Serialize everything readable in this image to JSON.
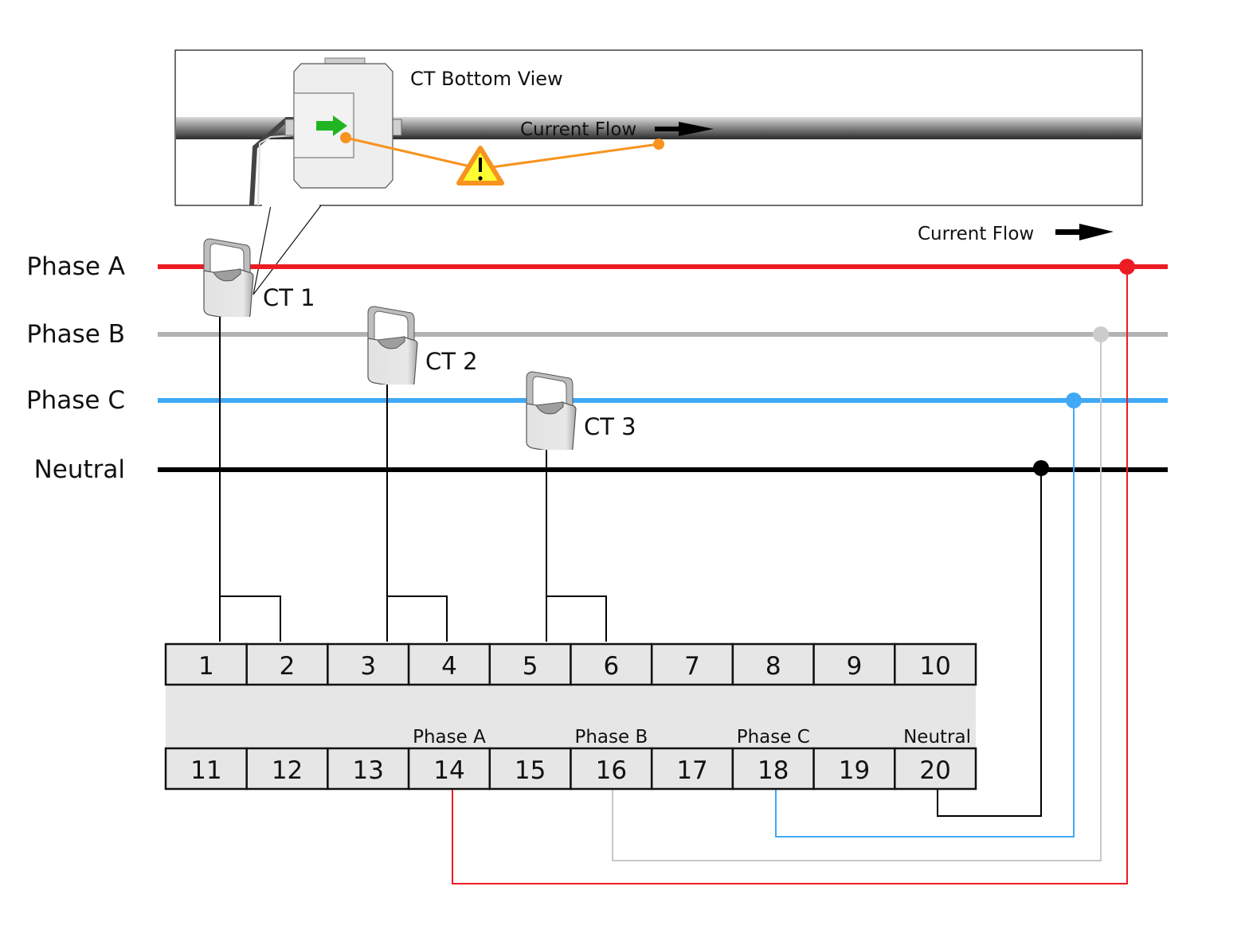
{
  "inset": {
    "title": "CT Bottom View",
    "current_flow_label": "Current Flow",
    "warning_icon": "warning-triangle-icon",
    "direction_arrow_icon": "green-arrow-right-icon"
  },
  "legend": {
    "current_flow_label": "Current Flow",
    "arrow_icon": "arrow-right-icon"
  },
  "conductors": [
    {
      "id": "phase-a",
      "label": "Phase A",
      "color": "#ed1c24"
    },
    {
      "id": "phase-b",
      "label": "Phase B",
      "color": "#b3b3b3"
    },
    {
      "id": "phase-c",
      "label": "Phase C",
      "color": "#3fa9f5"
    },
    {
      "id": "neutral",
      "label": "Neutral",
      "color": "#000000"
    }
  ],
  "cts": [
    {
      "label": "CT 1",
      "phase": "Phase A",
      "terminals": [
        "1",
        "2"
      ]
    },
    {
      "label": "CT 2",
      "phase": "Phase B",
      "terminals": [
        "3",
        "4"
      ]
    },
    {
      "label": "CT 3",
      "phase": "Phase C",
      "terminals": [
        "5",
        "6"
      ]
    }
  ],
  "terminal_block": {
    "top_row": [
      "1",
      "2",
      "3",
      "4",
      "5",
      "6",
      "7",
      "8",
      "9",
      "10"
    ],
    "bottom_row": [
      "11",
      "12",
      "13",
      "14",
      "15",
      "16",
      "17",
      "18",
      "19",
      "20"
    ],
    "bottom_labels": [
      {
        "terminal": "14",
        "label": "Phase A"
      },
      {
        "terminal": "16",
        "label": "Phase B"
      },
      {
        "terminal": "18",
        "label": "Phase C"
      },
      {
        "terminal": "20",
        "label": "Neutral"
      }
    ]
  },
  "voltage_taps": [
    {
      "conductor": "Phase A",
      "terminal": "14",
      "color": "#ed1c24"
    },
    {
      "conductor": "Phase B",
      "terminal": "16",
      "color": "#c8c8c8"
    },
    {
      "conductor": "Phase C",
      "terminal": "18",
      "color": "#3fa9f5"
    },
    {
      "conductor": "Neutral",
      "terminal": "20",
      "color": "#000000"
    }
  ],
  "colors": {
    "warning_orange": "#f7931e",
    "warning_yellow": "#ffff33",
    "arrow_green": "#22b522",
    "block_fill": "#e6e6e6"
  }
}
